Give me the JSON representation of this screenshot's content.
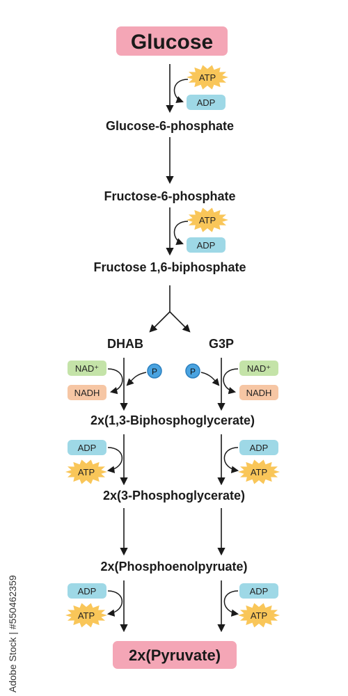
{
  "nodes": {
    "glucose": "Glucose",
    "g6p": "Glucose-6-phosphate",
    "f6p": "Fructose-6-phosphate",
    "f16bp": "Fructose 1,6-biphosphate",
    "dhab": "DHAB",
    "g3p": "G3P",
    "bpg": "2x(1,3-Biphosphoglycerate)",
    "pg3": "2x(3-Phosphoglycerate)",
    "pep": "2x(Phosphoenolpyruate)",
    "pyruvate": "2x(Pyruvate)"
  },
  "molecules": {
    "atp": "ATP",
    "adp": "ADP",
    "nad": "NAD⁺",
    "nadh": "NADH",
    "phosphate": "P"
  },
  "watermark": "Adobe Stock | #550462359",
  "colors": {
    "title_fill": "#f4a6b6",
    "atp_star": "#f9c659",
    "adp_pill": "#9ed8e6",
    "nad_pill": "#c4e3a8",
    "nadh_pill": "#f6c6a4",
    "phosphate": "#4aa3e0",
    "arrow": "#1a1a1a"
  }
}
